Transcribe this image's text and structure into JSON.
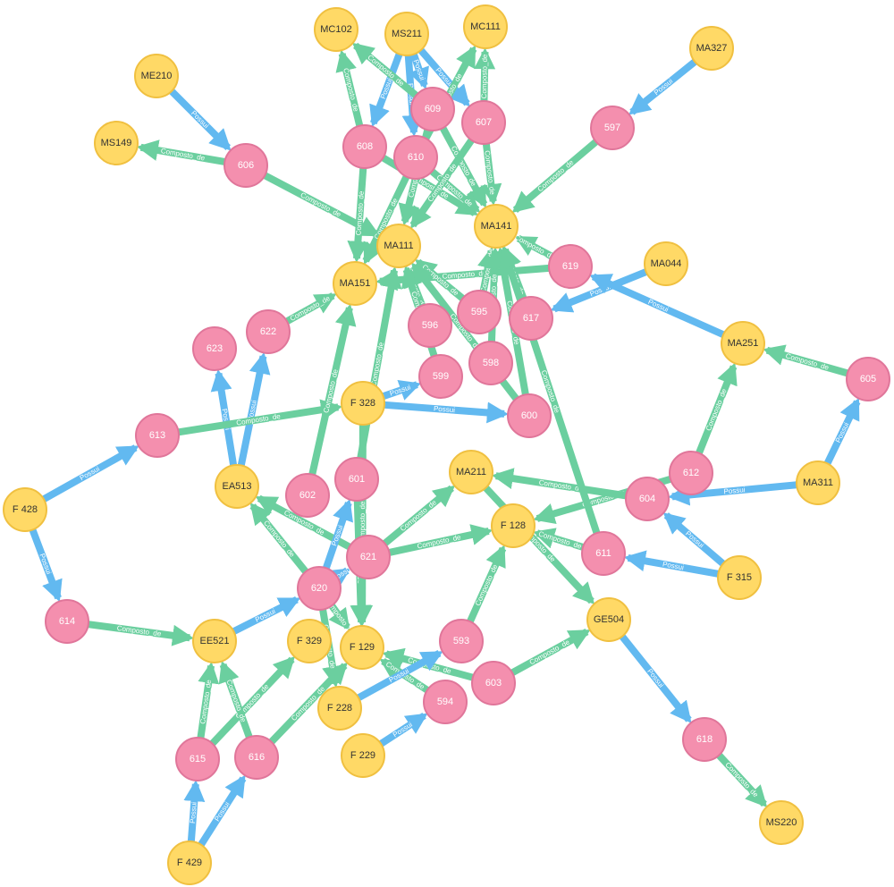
{
  "colors": {
    "class_fill": "#FFD966",
    "class_stroke": "#F0C040",
    "class_text": "#333333",
    "person_fill": "#F48FAE",
    "person_stroke": "#E0769A",
    "person_text": "#ffffff",
    "composto_edge": "#6BCF9F",
    "possui_edge": "#62B9F0",
    "background": "#ffffff"
  },
  "relationship_types": [
    "Composto_de",
    "Possui"
  ],
  "nodes": [
    {
      "id": "MC102",
      "label": "MC102",
      "kind": "class"
    },
    {
      "id": "MS211",
      "label": "MS211",
      "kind": "class"
    },
    {
      "id": "MC111",
      "label": "MC111",
      "kind": "class"
    },
    {
      "id": "MA327",
      "label": "MA327",
      "kind": "class"
    },
    {
      "id": "ME210",
      "label": "ME210",
      "kind": "class"
    },
    {
      "id": "MS149",
      "label": "MS149",
      "kind": "class"
    },
    {
      "id": "MA141",
      "label": "MA141",
      "kind": "class"
    },
    {
      "id": "MA111",
      "label": "MA111",
      "kind": "class"
    },
    {
      "id": "MA151",
      "label": "MA151",
      "kind": "class"
    },
    {
      "id": "MA044",
      "label": "MA044",
      "kind": "class"
    },
    {
      "id": "MA251",
      "label": "MA251",
      "kind": "class"
    },
    {
      "id": "F328",
      "label": "F 328",
      "kind": "class"
    },
    {
      "id": "F428",
      "label": "F 428",
      "kind": "class"
    },
    {
      "id": "EA513",
      "label": "EA513",
      "kind": "class"
    },
    {
      "id": "MA211",
      "label": "MA211",
      "kind": "class"
    },
    {
      "id": "MA311",
      "label": "MA311",
      "kind": "class"
    },
    {
      "id": "F128",
      "label": "F 128",
      "kind": "class"
    },
    {
      "id": "F315",
      "label": "F 315",
      "kind": "class"
    },
    {
      "id": "GE504",
      "label": "GE504",
      "kind": "class"
    },
    {
      "id": "EE521",
      "label": "EE521",
      "kind": "class"
    },
    {
      "id": "F329",
      "label": "F 329",
      "kind": "class"
    },
    {
      "id": "F129",
      "label": "F 129",
      "kind": "class"
    },
    {
      "id": "F228",
      "label": "F 228",
      "kind": "class"
    },
    {
      "id": "F229",
      "label": "F 229",
      "kind": "class"
    },
    {
      "id": "F429",
      "label": "F 429",
      "kind": "class"
    },
    {
      "id": "MS220",
      "label": "MS220",
      "kind": "class"
    },
    {
      "id": "609",
      "label": "609",
      "kind": "person"
    },
    {
      "id": "607",
      "label": "607",
      "kind": "person"
    },
    {
      "id": "608",
      "label": "608",
      "kind": "person"
    },
    {
      "id": "610",
      "label": "610",
      "kind": "person"
    },
    {
      "id": "597",
      "label": "597",
      "kind": "person"
    },
    {
      "id": "606",
      "label": "606",
      "kind": "person"
    },
    {
      "id": "619",
      "label": "619",
      "kind": "person"
    },
    {
      "id": "622",
      "label": "622",
      "kind": "person"
    },
    {
      "id": "623",
      "label": "623",
      "kind": "person"
    },
    {
      "id": "596",
      "label": "596",
      "kind": "person"
    },
    {
      "id": "595",
      "label": "595",
      "kind": "person"
    },
    {
      "id": "617",
      "label": "617",
      "kind": "person"
    },
    {
      "id": "598",
      "label": "598",
      "kind": "person"
    },
    {
      "id": "599",
      "label": "599",
      "kind": "person"
    },
    {
      "id": "605",
      "label": "605",
      "kind": "person"
    },
    {
      "id": "613",
      "label": "613",
      "kind": "person"
    },
    {
      "id": "600",
      "label": "600",
      "kind": "person"
    },
    {
      "id": "612",
      "label": "612",
      "kind": "person"
    },
    {
      "id": "602",
      "label": "602",
      "kind": "person"
    },
    {
      "id": "601",
      "label": "601",
      "kind": "person"
    },
    {
      "id": "604",
      "label": "604",
      "kind": "person"
    },
    {
      "id": "621",
      "label": "621",
      "kind": "person"
    },
    {
      "id": "611",
      "label": "611",
      "kind": "person"
    },
    {
      "id": "620",
      "label": "620",
      "kind": "person"
    },
    {
      "id": "614",
      "label": "614",
      "kind": "person"
    },
    {
      "id": "593",
      "label": "593",
      "kind": "person"
    },
    {
      "id": "603",
      "label": "603",
      "kind": "person"
    },
    {
      "id": "594",
      "label": "594",
      "kind": "person"
    },
    {
      "id": "618",
      "label": "618",
      "kind": "person"
    },
    {
      "id": "615",
      "label": "615",
      "kind": "person"
    },
    {
      "id": "616",
      "label": "616",
      "kind": "person"
    }
  ],
  "edges": [
    {
      "source": "MS211",
      "target": "608",
      "type": "Possui"
    },
    {
      "source": "MS211",
      "target": "609",
      "type": "Possui"
    },
    {
      "source": "MS211",
      "target": "607",
      "type": "Possui"
    },
    {
      "source": "MS211",
      "target": "610",
      "type": "Possui"
    },
    {
      "source": "609",
      "target": "MC102",
      "type": "Composto_de"
    },
    {
      "source": "607",
      "target": "MC111",
      "type": "Composto_de"
    },
    {
      "source": "608",
      "target": "MC102",
      "type": "Composto_de"
    },
    {
      "source": "610",
      "target": "MC111",
      "type": "Composto_de"
    },
    {
      "source": "MA327",
      "target": "597",
      "type": "Possui"
    },
    {
      "source": "597",
      "target": "MA141",
      "type": "Composto_de"
    },
    {
      "source": "ME210",
      "target": "606",
      "type": "Possui"
    },
    {
      "source": "606",
      "target": "MS149",
      "type": "Composto_de"
    },
    {
      "source": "606",
      "target": "MA111",
      "type": "Composto_de"
    },
    {
      "source": "608",
      "target": "MA151",
      "type": "Composto_de"
    },
    {
      "source": "608",
      "target": "MA141",
      "type": "Composto_de"
    },
    {
      "source": "609",
      "target": "MA141",
      "type": "Composto_de"
    },
    {
      "source": "609",
      "target": "MA111",
      "type": "Composto_de"
    },
    {
      "source": "610",
      "target": "MA141",
      "type": "Composto_de"
    },
    {
      "source": "610",
      "target": "MA151",
      "type": "Composto_de"
    },
    {
      "source": "607",
      "target": "MA141",
      "type": "Composto_de"
    },
    {
      "source": "607",
      "target": "MA111",
      "type": "Composto_de"
    },
    {
      "source": "619",
      "target": "MA141",
      "type": "Composto_de"
    },
    {
      "source": "619",
      "target": "MA151",
      "type": "Composto_de"
    },
    {
      "source": "MA044",
      "target": "617",
      "type": "Possui"
    },
    {
      "source": "MA251",
      "target": "619",
      "type": "Possui"
    },
    {
      "source": "605",
      "target": "MA251",
      "type": "Composto_de"
    },
    {
      "source": "MA311",
      "target": "605",
      "type": "Possui"
    },
    {
      "source": "622",
      "target": "MA151",
      "type": "Composto_de"
    },
    {
      "source": "EA513",
      "target": "622",
      "type": "Possui"
    },
    {
      "source": "EA513",
      "target": "623",
      "type": "Possui"
    },
    {
      "source": "596",
      "target": "MA111",
      "type": "Composto_de"
    },
    {
      "source": "595",
      "target": "MA141",
      "type": "Composto_de"
    },
    {
      "source": "595",
      "target": "MA111",
      "type": "Composto_de"
    },
    {
      "source": "617",
      "target": "MA141",
      "type": "Composto_de"
    },
    {
      "source": "598",
      "target": "MA141",
      "type": "Composto_de"
    },
    {
      "source": "599",
      "target": "MA111",
      "type": "Composto_de"
    },
    {
      "source": "F328",
      "target": "599",
      "type": "Possui"
    },
    {
      "source": "F328",
      "target": "600",
      "type": "Possui"
    },
    {
      "source": "613",
      "target": "F328",
      "type": "Composto_de"
    },
    {
      "source": "F428",
      "target": "613",
      "type": "Possui"
    },
    {
      "source": "F428",
      "target": "614",
      "type": "Possui"
    },
    {
      "source": "600",
      "target": "MA141",
      "type": "Composto_de"
    },
    {
      "source": "600",
      "target": "MA111",
      "type": "Composto_de"
    },
    {
      "source": "612",
      "target": "MA251",
      "type": "Composto_de"
    },
    {
      "source": "612",
      "target": "F128",
      "type": "Composto_de"
    },
    {
      "source": "MA311",
      "target": "604",
      "type": "Possui"
    },
    {
      "source": "604",
      "target": "MA211",
      "type": "Composto_de"
    },
    {
      "source": "602",
      "target": "MA151",
      "type": "Composto_de"
    },
    {
      "source": "601",
      "target": "MA111",
      "type": "Composto_de"
    },
    {
      "source": "621",
      "target": "MA211",
      "type": "Composto_de"
    },
    {
      "source": "621",
      "target": "F128",
      "type": "Composto_de"
    },
    {
      "source": "621",
      "target": "EA513",
      "type": "Composto_de"
    },
    {
      "source": "620",
      "target": "621",
      "type": "Possui"
    },
    {
      "source": "620",
      "target": "601",
      "type": "Possui"
    },
    {
      "source": "620",
      "target": "EA513",
      "type": "Composto_de"
    },
    {
      "source": "EE521",
      "target": "620",
      "type": "Possui"
    },
    {
      "source": "614",
      "target": "EE521",
      "type": "Composto_de"
    },
    {
      "source": "611",
      "target": "F128",
      "type": "Composto_de"
    },
    {
      "source": "611",
      "target": "MA141",
      "type": "Composto_de"
    },
    {
      "source": "F315",
      "target": "611",
      "type": "Possui"
    },
    {
      "source": "F315",
      "target": "604",
      "type": "Possui"
    },
    {
      "source": "MA211",
      "target": "GE504",
      "type": "Composto_de"
    },
    {
      "source": "593",
      "target": "F128",
      "type": "Composto_de"
    },
    {
      "source": "603",
      "target": "GE504",
      "type": "Composto_de"
    },
    {
      "source": "603",
      "target": "F129",
      "type": "Composto_de"
    },
    {
      "source": "594",
      "target": "F129",
      "type": "Composto_de"
    },
    {
      "source": "F228",
      "target": "593",
      "type": "Possui"
    },
    {
      "source": "F229",
      "target": "594",
      "type": "Possui"
    },
    {
      "source": "GE504",
      "target": "618",
      "type": "Possui"
    },
    {
      "source": "618",
      "target": "MS220",
      "type": "Composto_de"
    },
    {
      "source": "F429",
      "target": "615",
      "type": "Possui"
    },
    {
      "source": "F429",
      "target": "616",
      "type": "Possui"
    },
    {
      "source": "615",
      "target": "F329",
      "type": "Composto_de"
    },
    {
      "source": "615",
      "target": "EE521",
      "type": "Composto_de"
    },
    {
      "source": "616",
      "target": "F129",
      "type": "Composto_de"
    },
    {
      "source": "616",
      "target": "EE521",
      "type": "Composto_de"
    },
    {
      "source": "620",
      "target": "F129",
      "type": "Composto_de"
    },
    {
      "source": "620",
      "target": "F228",
      "type": "Composto_de"
    },
    {
      "source": "601",
      "target": "F129",
      "type": "Composto_de"
    },
    {
      "source": "F328",
      "target": "F129",
      "type": "Composto_de"
    }
  ]
}
